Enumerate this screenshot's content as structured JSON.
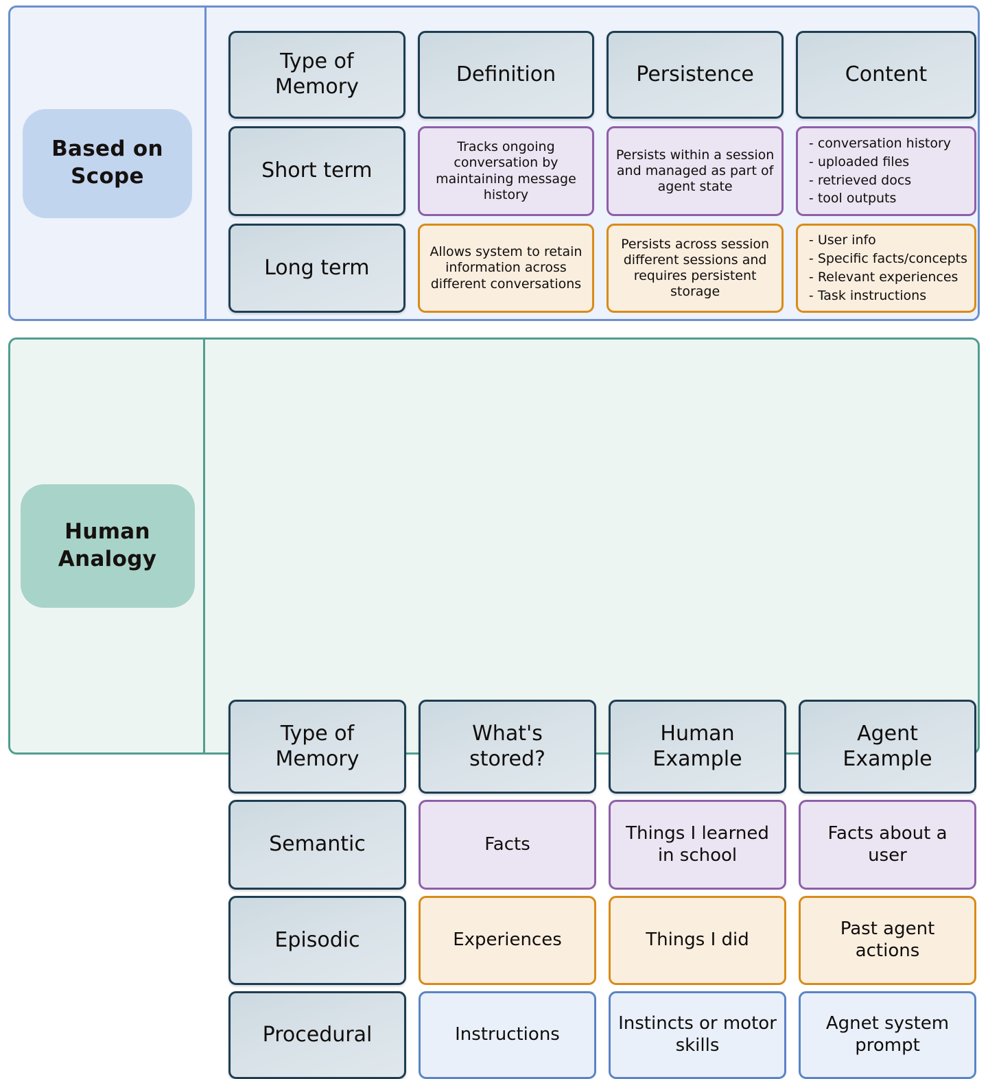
{
  "sections": [
    {
      "id": "based-on-scope",
      "label": "Based on\nScope",
      "label_line1": "Based on",
      "label_line2": "Scope",
      "accent_border": "#6b8fce",
      "accent_fill": "#edf2fb",
      "pill_fill": "#c2d5ef",
      "headers": [
        "Type of\nMemory",
        "Definition",
        "Persistence",
        "Content"
      ],
      "header_cells": [
        {
          "line1": "Type of",
          "line2": "Memory"
        },
        {
          "line1": "Definition",
          "line2": ""
        },
        {
          "line1": "Persistence",
          "line2": ""
        },
        {
          "line1": "Content",
          "line2": ""
        }
      ],
      "rows": [
        {
          "label": "Short term",
          "theme": "purple",
          "cells": [
            {
              "kind": "text",
              "text": "Tracks ongoing conversation by maintaining message history"
            },
            {
              "kind": "text",
              "text": "Persists within a session and managed as part of agent state"
            },
            {
              "kind": "list",
              "items": [
                "- conversation history",
                "- uploaded files",
                "- retrieved docs",
                "- tool outputs"
              ]
            }
          ]
        },
        {
          "label": "Long term",
          "theme": "orange",
          "cells": [
            {
              "kind": "text",
              "text": "Allows system to retain information across different conversations"
            },
            {
              "kind": "text",
              "text": "Persists across session different sessions and requires persistent storage"
            },
            {
              "kind": "list",
              "items": [
                "- User info",
                "- Specific facts/concepts",
                "- Relevant experiences",
                "- Task instructions"
              ]
            }
          ]
        }
      ]
    },
    {
      "id": "human-analogy",
      "label": "Human\nAnalogy",
      "label_line1": "Human",
      "label_line2": "Analogy",
      "accent_border": "#4f9e8f",
      "accent_fill": "#edf5f2",
      "pill_fill": "#a8d3c8",
      "headers": [
        "Type of\nMemory",
        "What's\nstored?",
        "Human\nExample",
        "Agent\nExample"
      ],
      "header_cells": [
        {
          "line1": "Type of",
          "line2": "Memory"
        },
        {
          "line1": "What's",
          "line2": "stored?"
        },
        {
          "line1": "Human",
          "line2": "Example"
        },
        {
          "line1": "Agent",
          "line2": "Example"
        }
      ],
      "rows": [
        {
          "label": "Semantic",
          "theme": "purple",
          "cells": [
            {
              "kind": "text",
              "text": "Facts"
            },
            {
              "kind": "text",
              "text": "Things I learned in school"
            },
            {
              "kind": "text",
              "text": "Facts about a user"
            }
          ]
        },
        {
          "label": "Episodic",
          "theme": "orange",
          "cells": [
            {
              "kind": "text",
              "text": "Experiences"
            },
            {
              "kind": "text",
              "text": "Things I did"
            },
            {
              "kind": "text",
              "text": "Past agent actions"
            }
          ]
        },
        {
          "label": "Procedural",
          "theme": "blue",
          "cells": [
            {
              "kind": "text",
              "text": "Instructions"
            },
            {
              "kind": "text",
              "text": "Instincts or motor skills"
            },
            {
              "kind": "text",
              "text": "Agnet system prompt"
            }
          ]
        }
      ]
    }
  ],
  "colors": {
    "scope_border": "#6b8fce",
    "scope_fill": "#edf2fb",
    "scope_pill": "#c2d5ef",
    "analogy_border": "#4f9e8f",
    "analogy_fill": "#edf5f2",
    "analogy_pill": "#a8d3c8",
    "header_border": "#1e3d52",
    "header_fill": "#d4dee4",
    "purple_border": "#8e5fa8",
    "purple_fill": "#ebe4f2",
    "orange_border": "#d98b18",
    "orange_fill": "#faeedf",
    "blue_border": "#5b84c4",
    "blue_fill": "#e9f0fa",
    "text": "#100d0c"
  }
}
